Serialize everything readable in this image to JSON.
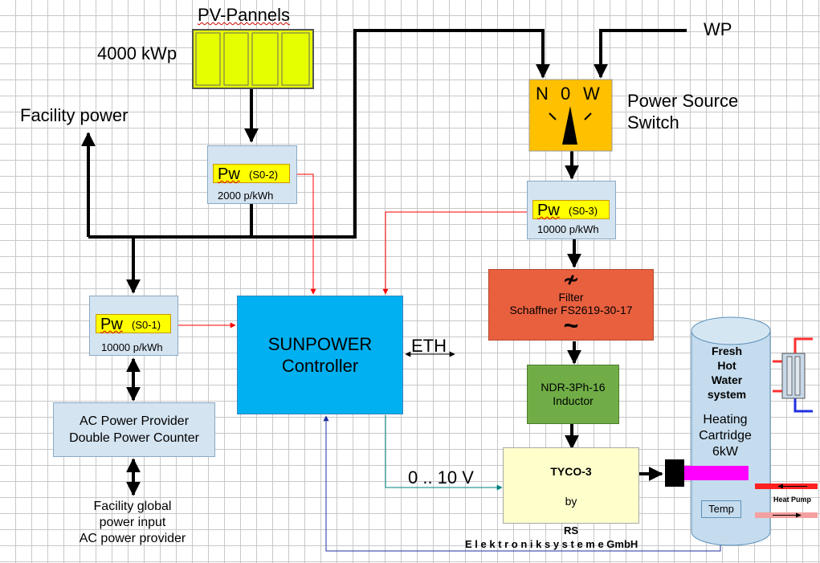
{
  "pv": {
    "title": "PV-Pannels",
    "power": "4000 kWp"
  },
  "facility_power": "Facility power",
  "wp": "WP",
  "switch": {
    "n": "N",
    "zero": "0",
    "w": "W",
    "label_line1": "Power Source",
    "label_line2": "Switch"
  },
  "meter_s02": {
    "pw": "Pw",
    "id": "(S0-2)",
    "rate": "2000 p/kWh"
  },
  "meter_s03": {
    "pw": "Pw",
    "id": "(S0-3)",
    "rate": "10000 p/kWh"
  },
  "meter_s01": {
    "pw": "Pw",
    "id": "(S0-1)",
    "rate": "10000 p/kWh"
  },
  "controller": {
    "line1": "SUNPOWER",
    "line2": "Controller"
  },
  "eth": "ETH",
  "filter": {
    "symbol_top": "≁",
    "line1": "Filter",
    "line2": "Schaffner FS2619-30-17",
    "symbol_bottom": "~"
  },
  "inductor": {
    "line1": "NDR-3Ph-16",
    "line2": "Inductor"
  },
  "ac_provider": {
    "line1": "AC Power Provider",
    "line2": "Double Power Counter"
  },
  "facility_input": {
    "line1": "Facility global",
    "line2": "power input",
    "line3": "AC power provider"
  },
  "signal": "0 .. 10 V",
  "tyco": {
    "name": "TYCO-3",
    "by": "by",
    "company1": "RS",
    "company2": "E l e k t r o n i k s y s t e m e GmbH"
  },
  "tank": {
    "l1": "Fresh",
    "l2": "Hot",
    "l3": "Water",
    "l4": "system",
    "h1": "Heating",
    "h2": "Cartridge",
    "h3": "6kW",
    "temp": "Temp",
    "heat_pump": "Heat Pump"
  },
  "colors": {
    "pv_panel": "#e6ff00",
    "switch": "#ffc000",
    "meter": "#d5e4f1",
    "meter_tag": "#ffff00",
    "controller": "#00b0f0",
    "filter": "#e9603f",
    "inductor": "#70ad47",
    "tyco": "#ffffcc",
    "tank": "#c5dcee",
    "red_signal": "#ff0000",
    "teal_signal": "#008080",
    "blue_signal": "#1f2fa0"
  }
}
